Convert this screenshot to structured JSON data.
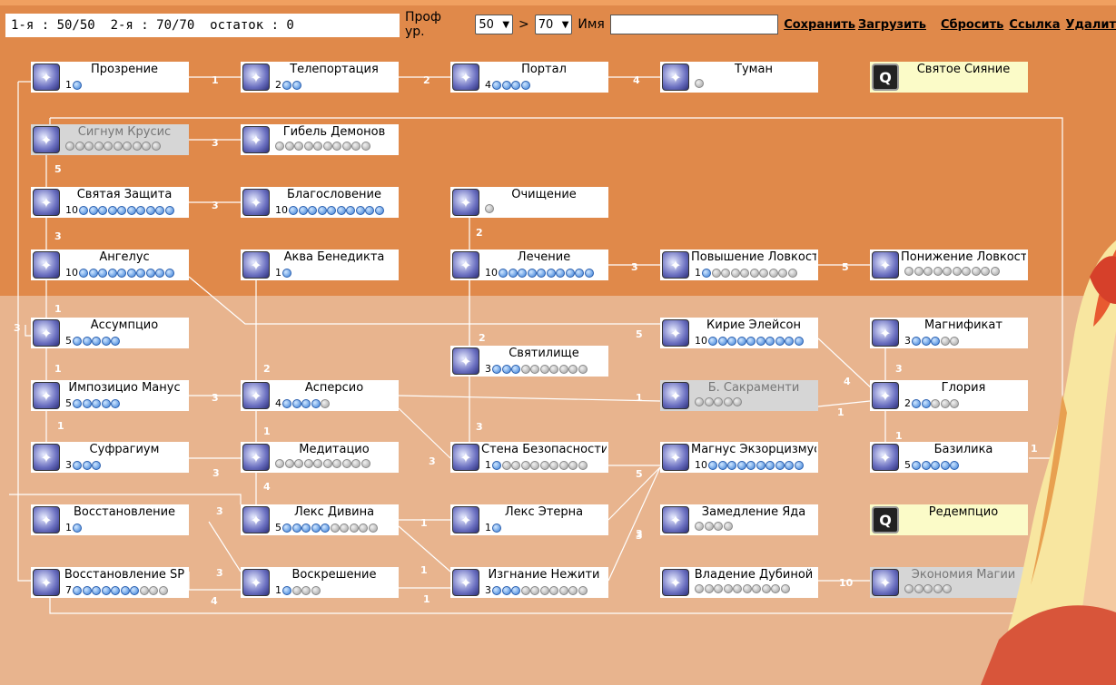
{
  "points_text": "1-я : 50/50  2-я : 70/70  остаток : 0",
  "controls": {
    "prof_label": "Проф ур.",
    "level1": "50",
    "gt": ">",
    "level2": "70",
    "name_label": "Имя",
    "name_value": "",
    "save": "Сохранить",
    "load": "Загрузить",
    "reset": "Сбросить",
    "link": "Ссылка",
    "delete": "Удалит"
  },
  "colors": {
    "skill_point_on": "#3a7fd8",
    "skill_point_off": "#a0a0a0",
    "upper_bg": "#e0894a",
    "lower_bg": "#e8b48e",
    "locked": "#d6d6d6",
    "quest": "#fbfbc8"
  },
  "skills": [
    {
      "id": "prozrenie",
      "name": "Прозрение",
      "level": "1",
      "on": 1,
      "off": 0,
      "icon": "prozrenie-icon",
      "state": "normal"
    },
    {
      "id": "teleport",
      "name": "Телепортация",
      "level": "2",
      "on": 2,
      "off": 0,
      "icon": "teleport-icon",
      "state": "normal"
    },
    {
      "id": "portal",
      "name": "Портал",
      "level": "4",
      "on": 4,
      "off": 0,
      "icon": "portal-icon",
      "state": "normal"
    },
    {
      "id": "tuman",
      "name": "Туман",
      "level": "",
      "on": 0,
      "off": 1,
      "icon": "fog-icon",
      "state": "normal"
    },
    {
      "id": "svyatoe",
      "name": "Святое Сияние",
      "level": "",
      "on": 0,
      "off": 0,
      "icon": "quest-icon",
      "state": "quest"
    },
    {
      "id": "signum",
      "name": "Сигнум Крусис",
      "level": "",
      "on": 0,
      "off": 10,
      "icon": "signum-icon",
      "state": "locked"
    },
    {
      "id": "gibel",
      "name": "Гибель Демонов",
      "level": "",
      "on": 0,
      "off": 10,
      "icon": "demon-bane-icon",
      "state": "normal"
    },
    {
      "id": "zashita",
      "name": "Святая Защита",
      "level": "10",
      "on": 10,
      "off": 0,
      "icon": "holy-shield-icon",
      "state": "normal"
    },
    {
      "id": "blago",
      "name": "Благословение",
      "level": "10",
      "on": 10,
      "off": 0,
      "icon": "blessing-icon",
      "state": "normal"
    },
    {
      "id": "ochishenie",
      "name": "Очищение",
      "level": "",
      "on": 0,
      "off": 1,
      "icon": "cure-icon",
      "state": "normal"
    },
    {
      "id": "angelus",
      "name": "Ангелус",
      "level": "10",
      "on": 10,
      "off": 0,
      "icon": "angelus-icon",
      "state": "normal"
    },
    {
      "id": "akva",
      "name": "Аква Бенедикта",
      "level": "1",
      "on": 1,
      "off": 0,
      "icon": "aqua-icon",
      "state": "normal"
    },
    {
      "id": "lechenie",
      "name": "Лечение",
      "level": "10",
      "on": 10,
      "off": 0,
      "icon": "heal-icon",
      "state": "normal"
    },
    {
      "id": "povysh",
      "name": "Повышение Ловкости",
      "level": "1",
      "on": 1,
      "off": 9,
      "icon": "agi-up-icon",
      "state": "normal"
    },
    {
      "id": "ponizh",
      "name": "Понижение Ловкости",
      "level": "",
      "on": 0,
      "off": 10,
      "icon": "agi-down-icon",
      "state": "normal"
    },
    {
      "id": "assumpcio",
      "name": "Ассумпцио",
      "level": "5",
      "on": 5,
      "off": 0,
      "icon": "assumptio-icon",
      "state": "normal"
    },
    {
      "id": "kirie",
      "name": "Кирие Элейсон",
      "level": "10",
      "on": 10,
      "off": 0,
      "icon": "kyrie-icon",
      "state": "normal"
    },
    {
      "id": "magnifikat",
      "name": "Магнификат",
      "level": "3",
      "on": 3,
      "off": 2,
      "icon": "magnificat-icon",
      "state": "normal"
    },
    {
      "id": "svyatilishe",
      "name": "Святилище",
      "level": "3",
      "on": 3,
      "off": 7,
      "icon": "sanctuary-icon",
      "state": "normal"
    },
    {
      "id": "impozicio",
      "name": "Импозицио Манус",
      "level": "5",
      "on": 5,
      "off": 0,
      "icon": "impositio-icon",
      "state": "normal"
    },
    {
      "id": "aspersio",
      "name": "Асперсио",
      "level": "4",
      "on": 4,
      "off": 1,
      "icon": "aspersio-icon",
      "state": "normal"
    },
    {
      "id": "sakramenti",
      "name": "Б. Сакраменти",
      "level": "",
      "on": 0,
      "off": 5,
      "icon": "sacrament-icon",
      "state": "locked"
    },
    {
      "id": "gloria",
      "name": "Глория",
      "level": "2",
      "on": 2,
      "off": 3,
      "icon": "gloria-icon",
      "state": "normal"
    },
    {
      "id": "sufragium",
      "name": "Суфрагиум",
      "level": "3",
      "on": 3,
      "off": 0,
      "icon": "suffragium-icon",
      "state": "normal"
    },
    {
      "id": "meditacio",
      "name": "Медитацио",
      "level": "",
      "on": 0,
      "off": 10,
      "icon": "meditatio-icon",
      "state": "normal"
    },
    {
      "id": "stena",
      "name": "Стена Безопасности",
      "level": "1",
      "on": 1,
      "off": 9,
      "icon": "safety-wall-icon",
      "state": "normal"
    },
    {
      "id": "magnus",
      "name": "Магнус Экзорцизмус",
      "level": "10",
      "on": 10,
      "off": 0,
      "icon": "magnus-icon",
      "state": "normal"
    },
    {
      "id": "bazilika",
      "name": "Базилика",
      "level": "5",
      "on": 5,
      "off": 0,
      "icon": "basilica-icon",
      "state": "normal"
    },
    {
      "id": "vosst",
      "name": "Восстановление",
      "level": "1",
      "on": 1,
      "off": 0,
      "icon": "recovery-icon",
      "state": "normal"
    },
    {
      "id": "leksdiv",
      "name": "Лекс Дивина",
      "level": "5",
      "on": 5,
      "off": 5,
      "icon": "lex-divina-icon",
      "state": "normal"
    },
    {
      "id": "leksaet",
      "name": "Лекс Этерна",
      "level": "1",
      "on": 1,
      "off": 0,
      "icon": "lex-aeterna-icon",
      "state": "normal"
    },
    {
      "id": "zamedl",
      "name": "Замедление Яда",
      "level": "",
      "on": 0,
      "off": 4,
      "icon": "slow-poison-icon",
      "state": "normal"
    },
    {
      "id": "redemp",
      "name": "Редемпцио",
      "level": "",
      "on": 0,
      "off": 0,
      "icon": "quest-icon",
      "state": "quest"
    },
    {
      "id": "vosstsp",
      "name": "Восстановление SP",
      "level": "7",
      "on": 7,
      "off": 3,
      "icon": "sp-recovery-icon",
      "state": "normal"
    },
    {
      "id": "voskr",
      "name": "Воскрешение",
      "level": "1",
      "on": 1,
      "off": 3,
      "icon": "resurrection-icon",
      "state": "normal"
    },
    {
      "id": "izgnanie",
      "name": "Изгнание Нежити",
      "level": "3",
      "on": 3,
      "off": 7,
      "icon": "turn-undead-icon",
      "state": "normal"
    },
    {
      "id": "vladenie",
      "name": "Владение Дубиной",
      "level": "",
      "on": 0,
      "off": 10,
      "icon": "mace-mastery-icon",
      "state": "normal"
    },
    {
      "id": "ekonomia",
      "name": "Экономия Магии",
      "level": "",
      "on": 0,
      "off": 5,
      "icon": "mana-recharge-icon",
      "state": "locked"
    }
  ],
  "req_labels": [
    "1",
    "2",
    "4",
    "3",
    "3",
    "5",
    "3",
    "2",
    "3",
    "1",
    "1",
    "1",
    "3",
    "3",
    "2",
    "1",
    "4",
    "3",
    "3",
    "3",
    "2",
    "3",
    "5",
    "5",
    "4",
    "3",
    "1",
    "1",
    "1",
    "5",
    "3",
    "1",
    "1",
    "3",
    "4",
    "1",
    "10",
    "1",
    "3",
    "3"
  ]
}
